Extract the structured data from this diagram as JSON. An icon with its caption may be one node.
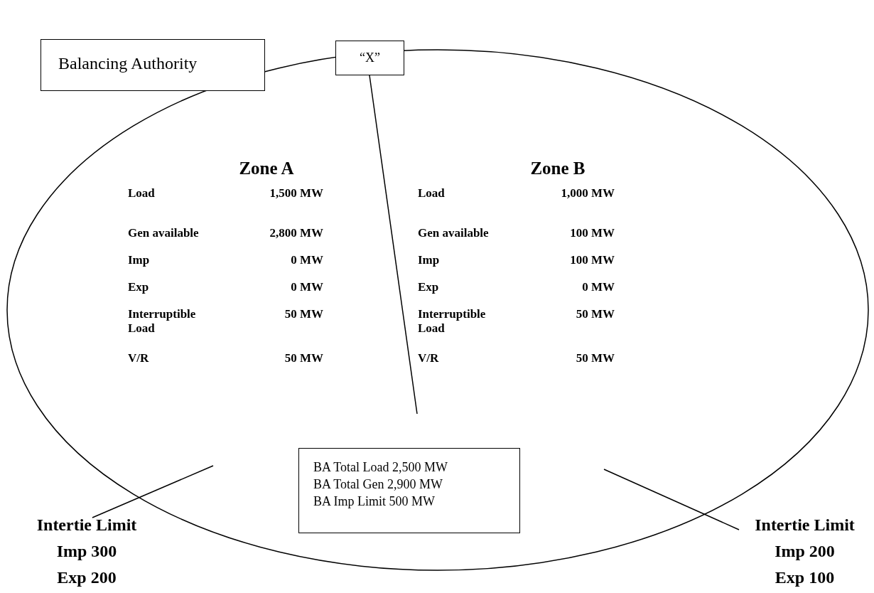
{
  "diagram": {
    "nodes": [
      {
        "text": [
          "Balancing Authority"
        ]
      },
      {
        "text": [
          "“X”"
        ]
      },
      {
        "text": [
          "BA Total Load 2,500 MW",
          "BA Total Gen 2,900 MW",
          "BA Imp Limit 500 MW"
        ]
      },
      {
        "text": [
          "Intertie Limit",
          "Imp 300",
          "Exp 200"
        ]
      },
      {
        "text": [
          "Intertie Limit",
          "Imp 200",
          "Exp 100"
        ]
      }
    ],
    "edges": [
      {
        "from": 1,
        "to": null,
        "arrow": "none"
      },
      {
        "from": 3,
        "to": null,
        "arrow": "none"
      },
      {
        "from": 4,
        "to": null,
        "arrow": "none"
      }
    ],
    "labels": [
      "Zone A",
      "Zone B",
      "Load",
      "1,500 MW",
      "Load",
      "1,000 MW",
      "Gen available",
      "2,800 MW",
      "Gen available",
      "100 MW",
      "Imp",
      "0 MW",
      "Imp",
      "100 MW",
      "Exp",
      "0 MW",
      "Exp",
      "0 MW",
      "Interruptible Load",
      "50 MW",
      "Interruptible Load",
      "50 MW",
      "V/R",
      "50 MW",
      "V/R",
      "50 MW"
    ]
  }
}
